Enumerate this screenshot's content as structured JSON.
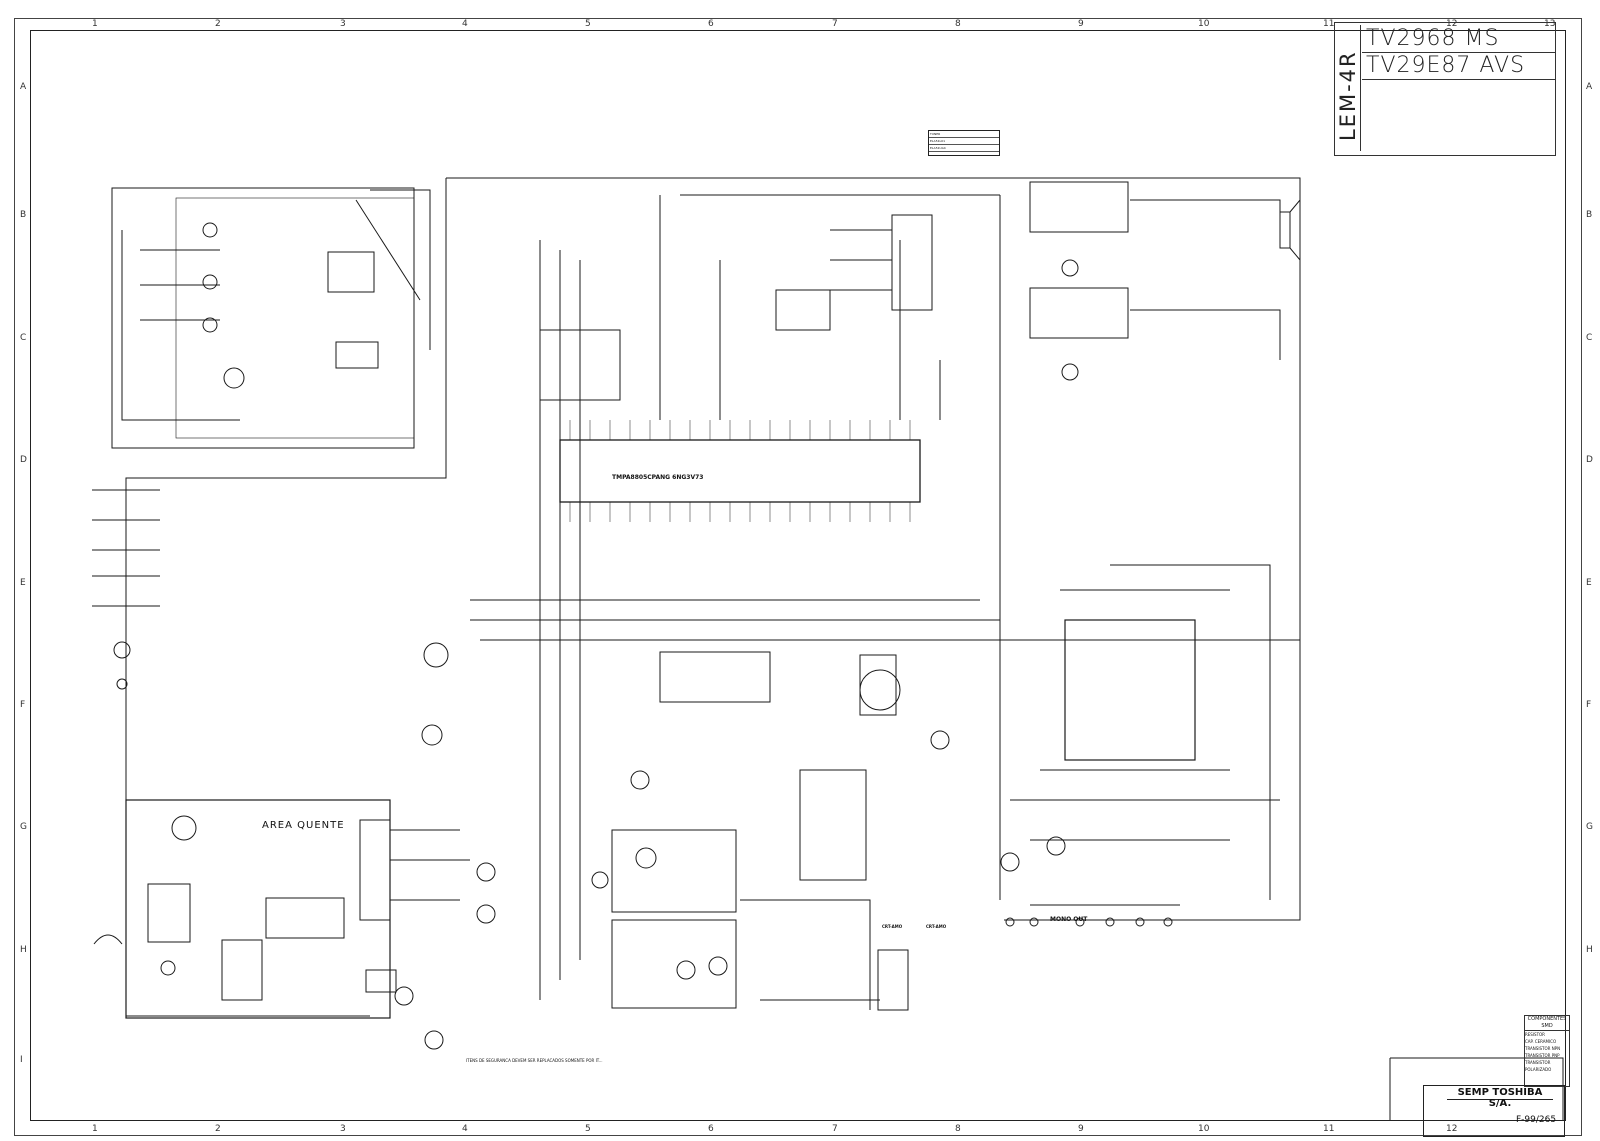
{
  "title_block": {
    "series": "LEM-4R",
    "models": [
      "TV2968 MS",
      "TV29E87 AVS"
    ],
    "company": "SEMP TOSHIBA S/A.",
    "sheet_number": "F-99/265"
  },
  "grid": {
    "columns": [
      "1",
      "2",
      "3",
      "4",
      "5",
      "6",
      "7",
      "8",
      "9",
      "10",
      "11",
      "12",
      "13"
    ],
    "rows": [
      "A",
      "B",
      "C",
      "D",
      "E",
      "F",
      "G",
      "H",
      "I"
    ]
  },
  "sections": {
    "hot_area": "AREA QUENTE",
    "main_ic": "TMPA8805CPANG 6NG3V73",
    "mono_out": "MONO OUT",
    "crt_a": "CRT-AMO",
    "crt_b": "CRT-AMO"
  },
  "tuner_table": {
    "header": "TUNER",
    "rows": [
      "ELA51L01",
      "ELA51UA4",
      "CTP9804"
    ]
  },
  "legend": {
    "title": "COMPONENTES SMD",
    "items": [
      "RESISTOR",
      "CAP. CERAMICO",
      "TRANSISTOR NPN",
      "TRANSISTOR PNP",
      "TRANSISTOR POLARIZADO"
    ]
  },
  "notes": {
    "safety": "ITENS DE SEGURANCA DEVEM SER REPLACADOS SOMENTE POR IT..."
  },
  "colors": {
    "ink": "#1a1a1a",
    "paper": "#ffffff"
  }
}
